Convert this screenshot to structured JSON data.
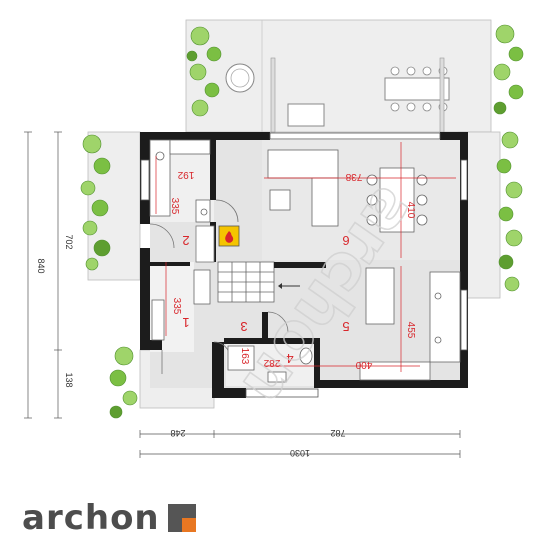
{
  "brand": {
    "logo_text": "archon",
    "accent_color": "#e87722"
  },
  "watermark": {
    "text": "archon"
  },
  "colors": {
    "wall": "#1c1c1c",
    "dimension_red": "#d8262b",
    "terrace": "#eeeeee",
    "floor": "#e4e4e4",
    "fireplace": "#f5c400"
  },
  "plan": {
    "rooms": [
      {
        "number": "1",
        "area": "335"
      },
      {
        "number": "2",
        "area": "335"
      },
      {
        "number": "3",
        "area": ""
      },
      {
        "number": "4",
        "area": "282"
      },
      {
        "number": "5",
        "area": "455"
      },
      {
        "number": "6",
        "area": "738"
      }
    ],
    "room_dims": {
      "kitchen_width": "192",
      "kitchen_depth": "335",
      "living_width": "738",
      "living_depth": "410",
      "stair_depth": "335",
      "bath_width": "282",
      "bath_height": "163",
      "dining_depth": "455",
      "hall_width": "400"
    },
    "dimensions": {
      "left_upper": "702",
      "left_total": "840",
      "left_lower": "138",
      "bottom_left": "248",
      "bottom_right": "782",
      "bottom_total": "1030"
    }
  }
}
